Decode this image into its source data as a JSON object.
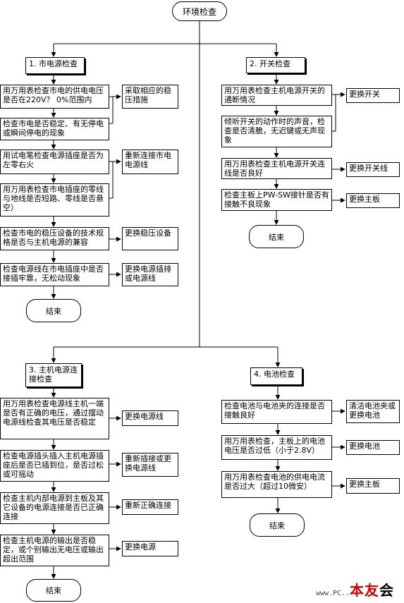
{
  "root": "环境检查",
  "sections": [
    {
      "heading": "1. 市电源检查",
      "steps": [
        {
          "text": "用万用表检查市电的供电电压是否在220V？ 0%范围内",
          "action": "采取相应的稳压措施"
        },
        {
          "text": "检查市电是否稳定、有无停电或瞬间停电的现象"
        },
        {
          "text": "用试电笔检查电源插座是否为左零右火",
          "action": "重新连接市电电源线"
        },
        {
          "text": "用万用表检查市电插座的零线与地线是否短路、零线是否悬空）"
        },
        {
          "text": "检查市电的稳压设备的技术规格是否与主机电源的兼容",
          "action": "更换稳压设备"
        },
        {
          "text": "检查电源线在市电插座中是否接插牢靠，无松动现象",
          "action": "更换电源插排或电源线"
        }
      ],
      "end": "结束"
    },
    {
      "heading": "2. 开关检查",
      "steps": [
        {
          "text": "用万用表检查主机电源开关的通断情况",
          "action": "更换开关"
        },
        {
          "text": "倾听开关的动作时的声音，检查是否清脆，无迟键或无声现象"
        },
        {
          "text": "用万用表检查主机电源开关连线是否良好",
          "action": "更换开关线"
        },
        {
          "text": "检查主板上PW-SW接针是否有接触不良现象",
          "action": "更换主板"
        }
      ],
      "end": "结束"
    },
    {
      "heading": "3. 主机电源连接检查",
      "steps": [
        {
          "text": "用万用表检查电源线主机一端是否有正确的电压，通过摆动电源线检查其电压是否稳定",
          "action": "更换电源线"
        },
        {
          "text": "检查电源插头插入主机电源插座后是否已插到位，是否过松或可摇动",
          "action": "重新插接或更换电源线"
        },
        {
          "text": "检查主机内部电源到主板及其它设备的电源连接是否已正确连接",
          "action": "重新正确连接"
        },
        {
          "text": "检查主机电源的输出是否稳定，或个别输出无电压或输出超出范围",
          "action": "更换电源"
        }
      ],
      "end": "结束"
    },
    {
      "heading": "4. 电池检查",
      "steps": [
        {
          "text": "检查电池与电池夹的连接是否接触良好",
          "action": "清洁电池夹或更换电池"
        },
        {
          "text": "用万用表检查，主板上的电池电压是否过低（小于2.8V）",
          "action": "更换电池"
        },
        {
          "text": "用万用表检查电池的供电电流是否过大（超过10微安）",
          "action": "更换主板"
        }
      ],
      "end": "结束"
    }
  ],
  "watermark": {
    "logo_a": "本",
    "logo_b": "友",
    "logo_c": "会",
    "url": "www.PC..."
  }
}
